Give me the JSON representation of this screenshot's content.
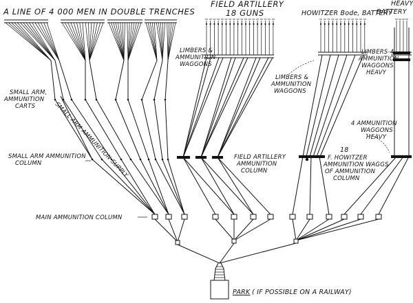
{
  "labels": {
    "trenches": "A LINE OF 4 000 MEN IN DOUBLE TRENCHES",
    "field_artillery_1": "FIELD ARTILLERY",
    "field_artillery_2": "18 GUNS",
    "howitzer_bde": "HOWITZER Bode, BATTERY",
    "heavy_1": "HEAVY",
    "heavy_2": "BATTERY",
    "limbers_fa_1": "LIMBERS &",
    "limbers_fa_2": "AMMUNITION",
    "limbers_fa_3": "WAGGONS",
    "limbers_how_1": "LIMBERS &",
    "limbers_how_2": "AMMUNITION",
    "limbers_how_3": "WAGGONS",
    "limbers_heavy_1": "LIMBERS-4",
    "limbers_heavy_2": "AMMUNITION",
    "limbers_heavy_3": "WAGGONS",
    "limbers_heavy_4": "HEAVY",
    "sa_carts_1": "SMALL ARM,",
    "sa_carts_2": "AMMUNITION",
    "sa_carts_3": "CARTS",
    "sa_supply": "SMALL ARM AMMUNITION SUPPLY",
    "sa_column_1": "SMALL ARM AMMUNITION",
    "sa_column_2": "COLUMN",
    "fa_column_1": "FIELD ARTILLERY",
    "fa_column_2": "AMMUNITION",
    "fa_column_3": "COLUMN",
    "how_column_1": "18",
    "how_column_2": "F. HOWITZER",
    "how_column_3": "AMMUNITION WAGGS",
    "how_column_4": "OF AMMUNITION",
    "how_column_5": "COLUMN",
    "heavy_wagg_1": "4 AMMUNITION",
    "heavy_wagg_2": "WAGGONS",
    "heavy_wagg_3": "HEAVY",
    "main_column": "MAIN AMMUNITION COLUMN",
    "park_word": "PARK",
    "park_rest": "( IF POSSIBLE ON A RAILWAY)"
  }
}
